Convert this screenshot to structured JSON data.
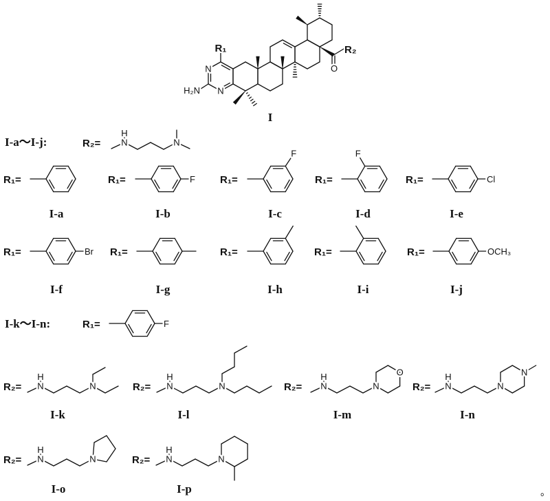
{
  "core": {
    "label": "I",
    "r1": "R₁",
    "r2": "R₂",
    "amine": "H₂N",
    "ring_n": "N",
    "carbonyl_o": "O"
  },
  "atoms": {
    "N": "N",
    "H": "H",
    "O": "O"
  },
  "series_a_j": {
    "heading": "I-a～I-j:",
    "r2_prefix": "R₂=",
    "r1_prefix": "R₁=",
    "compounds": [
      {
        "label": "I-a",
        "position": "none",
        "text": ""
      },
      {
        "label": "I-b",
        "position": "para",
        "text": "F"
      },
      {
        "label": "I-c",
        "position": "meta",
        "text": "F"
      },
      {
        "label": "I-d",
        "position": "ortho",
        "text": "F"
      },
      {
        "label": "I-e",
        "position": "para",
        "text": "Cl"
      },
      {
        "label": "I-f",
        "position": "para",
        "text": "Br"
      },
      {
        "label": "I-g",
        "position": "para",
        "text": ""
      },
      {
        "label": "I-h",
        "position": "meta",
        "text": ""
      },
      {
        "label": "I-i",
        "position": "ortho",
        "text": ""
      },
      {
        "label": "I-j",
        "position": "para",
        "text": "OCH₃"
      }
    ]
  },
  "series_k_n": {
    "heading": "I-k～I-n:",
    "r1_prefix": "R₁=",
    "r1_group_text": "F",
    "r2_prefix": "R₂=",
    "compounds": [
      {
        "label": "I-k"
      },
      {
        "label": "I-l"
      },
      {
        "label": "I-m"
      },
      {
        "label": "I-n"
      }
    ]
  },
  "series_o_p": {
    "r2_prefix": "R₂=",
    "compounds": [
      {
        "label": "I-o"
      },
      {
        "label": "I-p"
      }
    ]
  },
  "end_mark": "。"
}
